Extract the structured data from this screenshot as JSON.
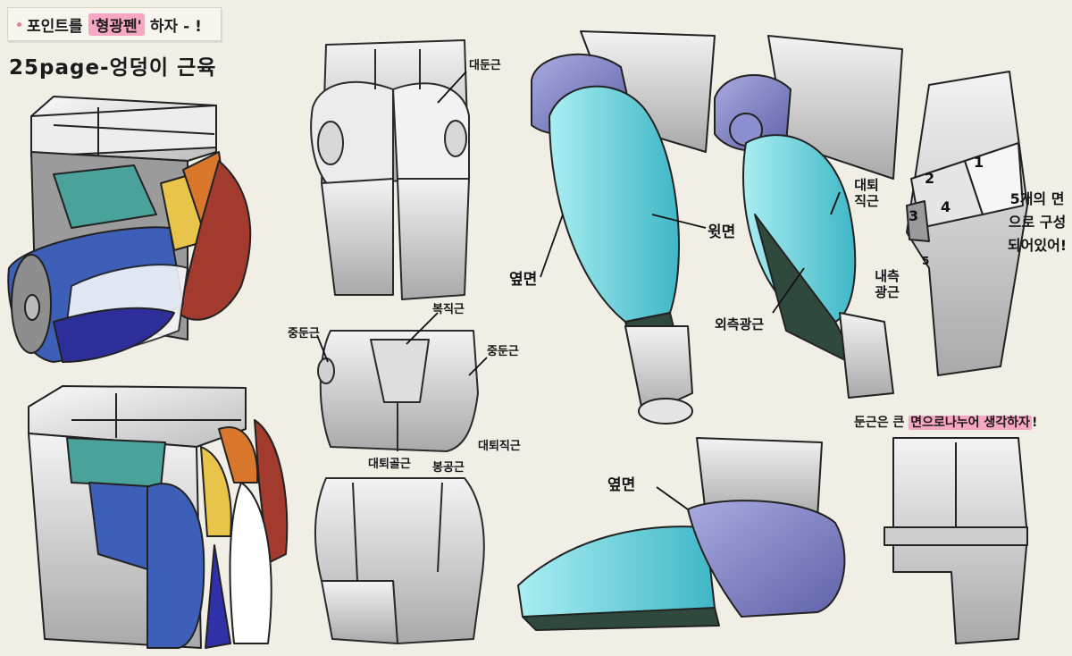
{
  "banner": {
    "text_before": "포인트를",
    "highlight": "'형광펜'",
    "text_after": "하자 - !"
  },
  "title": "25page-엉덩이 근육",
  "labels": {
    "gluteus_maximus_top": "대둔근",
    "gluteus_medius_left": "중둔근",
    "piriformis": "복직근",
    "gluteus_medius_right": "중둔근",
    "adductor_magnus": "대퇴골근",
    "semitendinosus": "봉공근",
    "rectus_femoris_low": "대퇴직근",
    "side_face": "옆면",
    "top_face": "윗면",
    "rectus_femoris": "대퇴직근",
    "vastus_medialis": "내측광근",
    "vastus_lateralis": "외측광근",
    "side_face_bottom": "옆면"
  },
  "face_numbers": [
    "1",
    "2",
    "3",
    "4",
    "5"
  ],
  "note_right": "5개의 면으로 구성되어있어!",
  "bottom_note": {
    "before": "둔근은 큰",
    "highlight": "면으로나누어 생각하자",
    "after": "!"
  },
  "colors": {
    "background": "#f1eee6",
    "highlight_pink": "#f7a6c4",
    "teal": "#4aa39a",
    "blue": "#3d5fb8",
    "yellow": "#e8c44a",
    "orange": "#d9772d",
    "red": "#a33a2e",
    "cyan": "#8fd9e0",
    "lavender": "#8c8fcf",
    "dark_green": "#2f4a3d"
  }
}
